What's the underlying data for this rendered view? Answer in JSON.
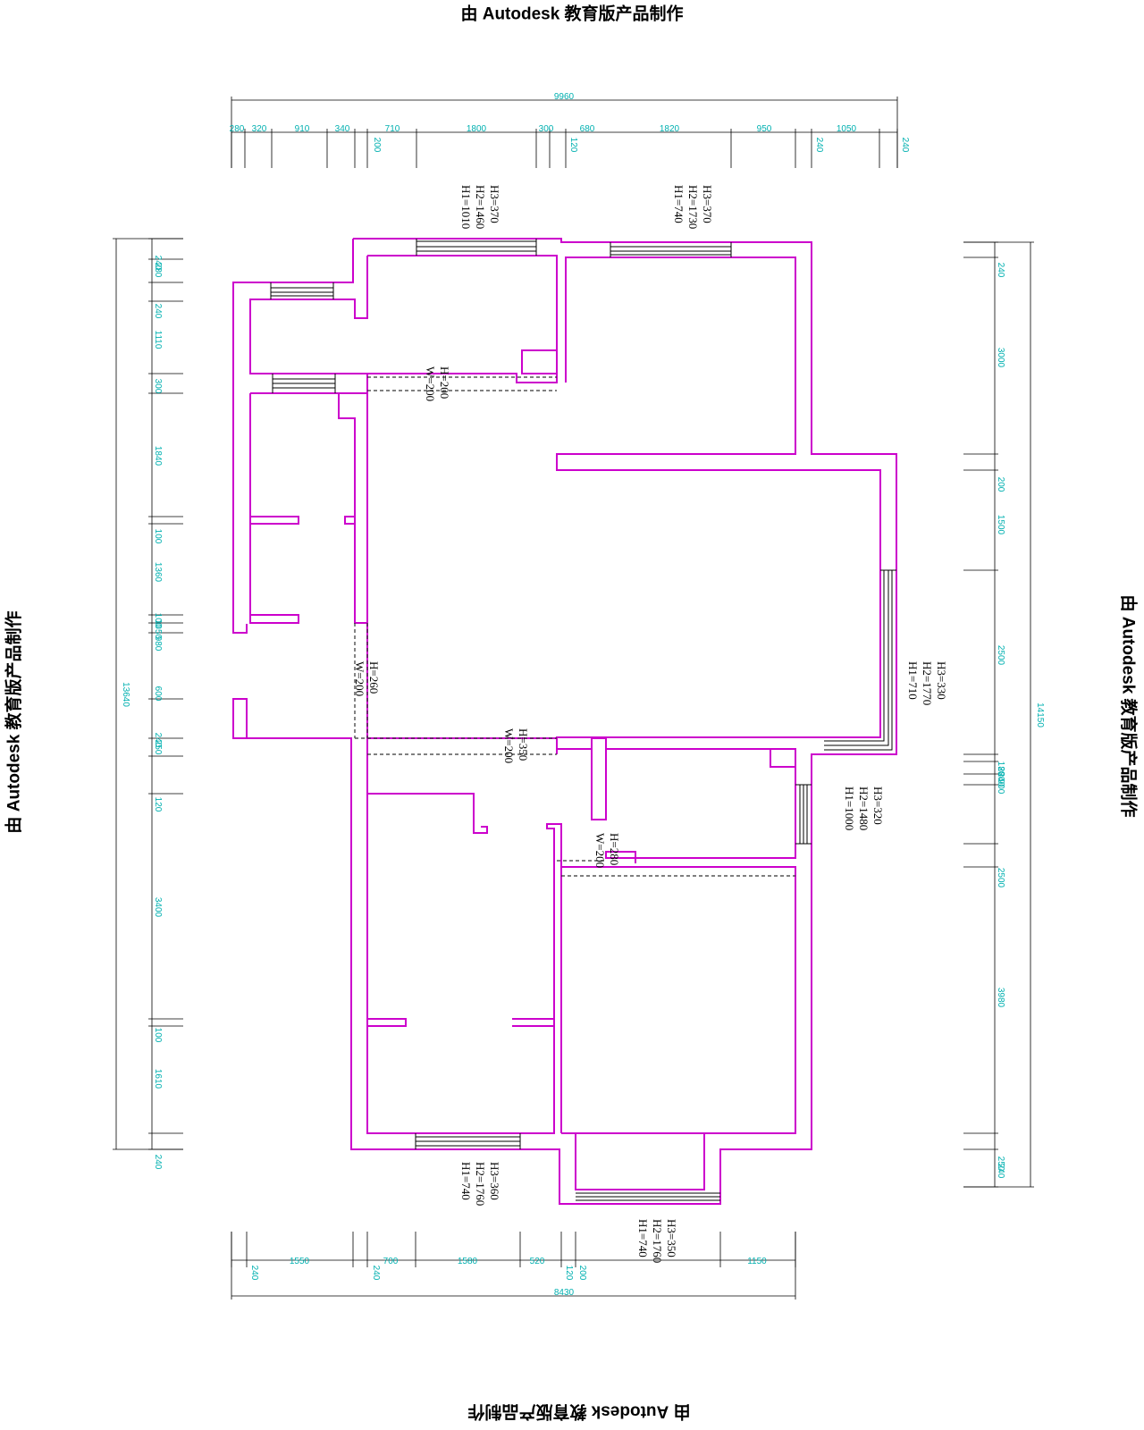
{
  "watermark": "由 Autodesk 教育版产品制作",
  "dimensions": {
    "top_total": "9960",
    "top_segments": [
      "280",
      "320",
      "910",
      "340",
      "710",
      "1800",
      "300",
      "680",
      "1820",
      "950",
      "1050"
    ],
    "top_vertical": [
      "200",
      "120",
      "240",
      "240"
    ],
    "bottom_total": "8430",
    "bottom_segments": [
      "1550",
      "700",
      "1580",
      "520",
      "1150"
    ],
    "bottom_vertical": [
      "240",
      "240",
      "120",
      "200"
    ],
    "left_total": "13640",
    "left_segments": [
      "240",
      "280",
      "240",
      "1110",
      "300",
      "1840",
      "100",
      "1360",
      "100",
      "1050",
      "980",
      "600",
      "240",
      "250",
      "120",
      "3400",
      "100",
      "1610",
      "240"
    ],
    "right_total": "14150",
    "right_segments": [
      "240",
      "3000",
      "200",
      "1500",
      "2500",
      "180",
      "280",
      "240",
      "900",
      "2500",
      "3980",
      "250",
      "240"
    ]
  },
  "annotations": {
    "win_top_left": [
      "H3=370",
      "H2=1460",
      "H1=1010"
    ],
    "win_top_right": [
      "H3=370",
      "H2=1730",
      "H1=740"
    ],
    "win_right": [
      "H3=330",
      "H2=1770",
      "H1=710"
    ],
    "win_right_small": [
      "H3=320",
      "H2=1480",
      "H1=1000"
    ],
    "win_bottom_left": [
      "H3=360",
      "H2=1760",
      "H1=740"
    ],
    "win_bottom_right": [
      "H3=350",
      "H2=1760",
      "H1=740"
    ],
    "beam_top": [
      "H=200",
      "W=200"
    ],
    "beam_left": [
      "H=260",
      "W=200"
    ],
    "beam_mid": [
      "H=350",
      "W=200"
    ],
    "beam_lower": [
      "H=280",
      "W=200"
    ]
  }
}
